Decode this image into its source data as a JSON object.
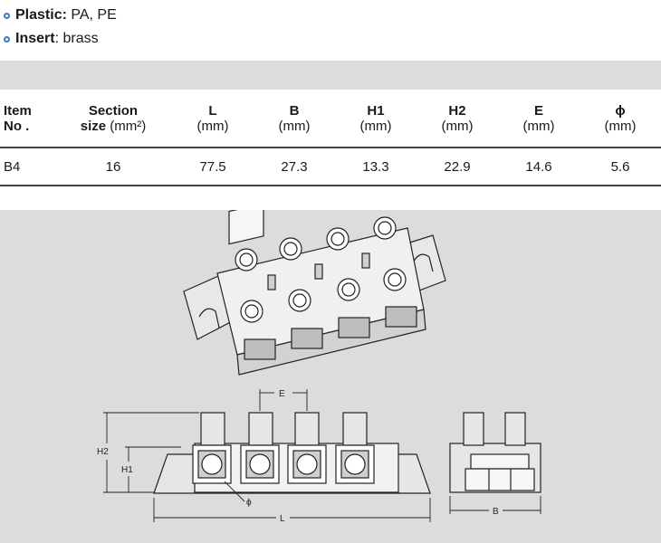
{
  "bullets": [
    {
      "label": "Plastic:",
      "value": "PA, PE"
    },
    {
      "label": "Insert",
      "value": ": brass"
    }
  ],
  "table": {
    "headers": [
      {
        "top": "Item",
        "bottom": "No ."
      },
      {
        "top": "Section",
        "bottom_bold": "size",
        "bottom_unit": " (mm²)"
      },
      {
        "top": "L",
        "bottom": "(mm)"
      },
      {
        "top": "B",
        "bottom": "(mm)"
      },
      {
        "top": "H1",
        "bottom": "(mm)"
      },
      {
        "top": "H2",
        "bottom": "(mm)"
      },
      {
        "top": "E",
        "bottom": "(mm)"
      },
      {
        "top": "ϕ",
        "bottom": "(mm)"
      }
    ],
    "rows": [
      [
        "B4",
        "16",
        "77.5",
        "27.3",
        "13.3",
        "22.9",
        "14.6",
        "5.6"
      ]
    ]
  },
  "diagram": {
    "dim_E": "E",
    "dim_H2": "H2",
    "dim_H1": "H1",
    "dim_phi": "ϕ",
    "dim_L": "L",
    "dim_B": "B"
  },
  "colors": {
    "bullet": "#3a78c2",
    "band": "#dcdcdc"
  }
}
